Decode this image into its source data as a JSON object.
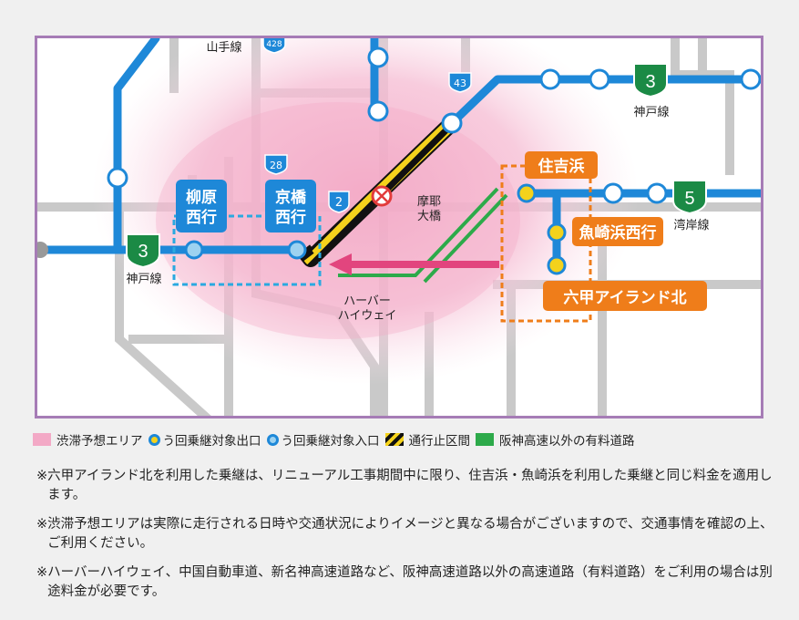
{
  "map": {
    "routes": {
      "kobe_line_3_left": "3",
      "kobe_line_3_left_label": "神戸線",
      "kobe_line_3_right": "3",
      "kobe_line_3_right_label": "神戸線",
      "wangan_line_5": "5",
      "wangan_line_5_label": "湾岸線",
      "yamate_line_label": "山手線",
      "national_2": "2",
      "national_28": "28",
      "national_43": "43",
      "national_428": "428"
    },
    "ramps": {
      "yanagihara_west": "柳原西行",
      "kyobashi_west": "京橋西行",
      "sumiyoshihama": "住吉浜",
      "uozakihama_west": "魚崎浜西行",
      "rokko_island_north": "六甲アイランド北"
    },
    "places": {
      "maya_ohashi": "摩耶大橋",
      "harbor_highway": "ハーバーハイウェイ"
    },
    "colors": {
      "frame": "#a67cb6",
      "expressway": "#1e88d8",
      "congestion": "#f3a9c6",
      "exit": "#f4d21c",
      "ramp_label": "#1e88d8",
      "exit_label": "#ef7d1a",
      "closed": "#f4d21c",
      "toll_road": "#2daa4a",
      "arrow": "#e2457e",
      "shield": "#1b8a45"
    }
  },
  "legend": {
    "congestion": "渋滞予想エリア",
    "exit": "う回乗継対象出口",
    "entrance": "う回乗継対象入口",
    "closed": "通行止区間",
    "toll": "阪神高速以外の有料道路"
  },
  "notes": [
    {
      "mark": "※",
      "text": "六甲アイランド北を利用した乗継は、リニューアル工事期間中に限り、住吉浜・魚崎浜を利用した乗継と同じ料金を適用します。"
    },
    {
      "mark": "※",
      "text": "渋滞予想エリアは実際に走行される日時や交通状況によりイメージと異なる場合がございますので、交通事情を確認の上、ご利用ください。"
    },
    {
      "mark": "※",
      "text": "ハーバーハイウェイ、中国自動車道、新名神高速道路など、阪神高速道路以外の高速道路（有料道路）をご利用の場合は別途料金が必要です。"
    }
  ]
}
